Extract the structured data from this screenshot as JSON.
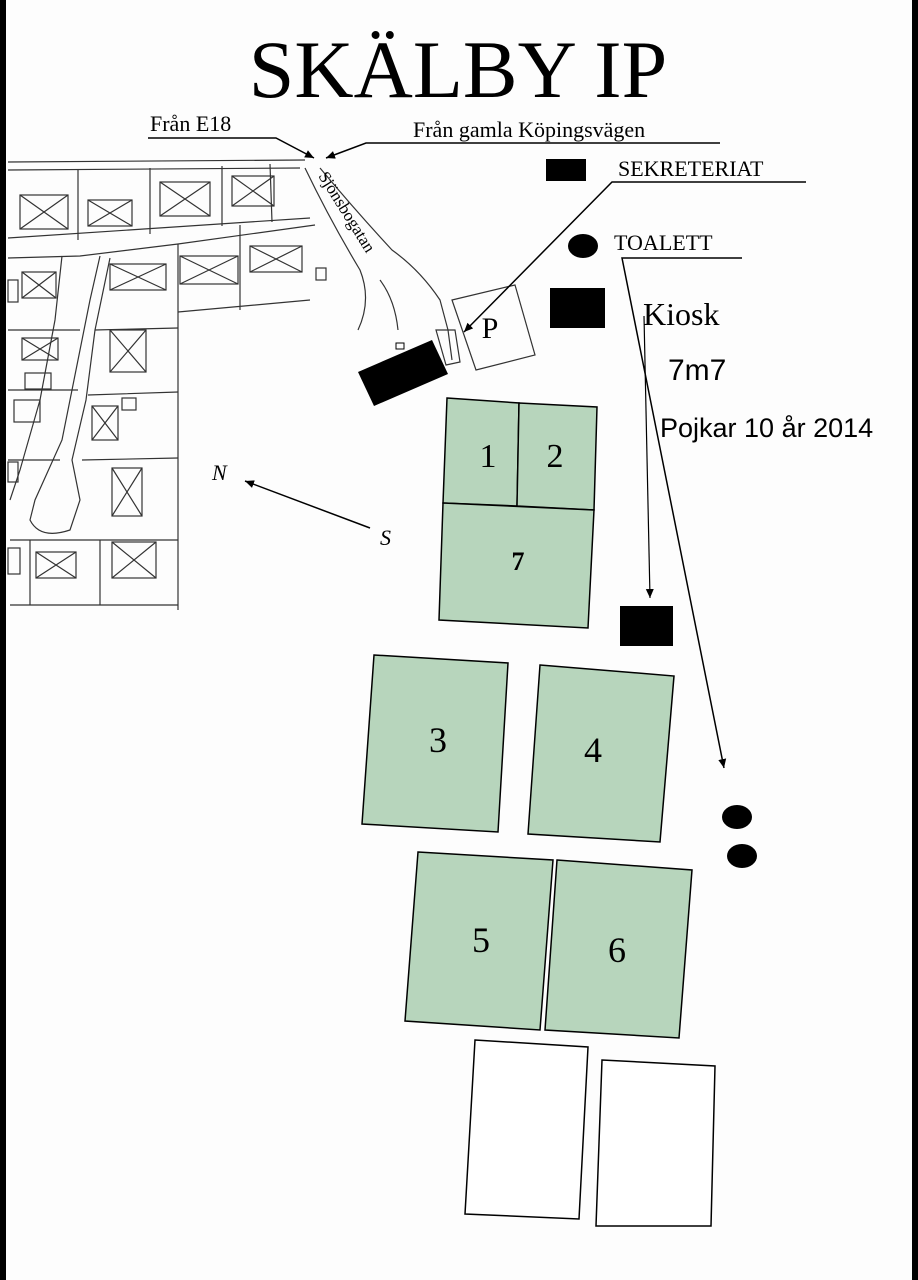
{
  "title": "SKÄLBY IP",
  "labels": {
    "from_e18": "Från E18",
    "from_old_road": "Från gamla Köpingsvägen",
    "street": "Sjönsbogatan",
    "parking": "P",
    "secretariat": "SEKRETERIAT",
    "toilet": "TOALETT",
    "kiosk": "Kiosk",
    "format": "7m7",
    "team": "Pojkar 10 år  2014",
    "north": "N",
    "south": "S"
  },
  "fields": [
    {
      "id": "1",
      "label": "1",
      "color": "#b7d5bc"
    },
    {
      "id": "2",
      "label": "2",
      "color": "#b7d5bc"
    },
    {
      "id": "7",
      "label": "7",
      "color": "#b7d5bc"
    },
    {
      "id": "3",
      "label": "3",
      "color": "#b7d5bc"
    },
    {
      "id": "4",
      "label": "4",
      "color": "#b7d5bc"
    },
    {
      "id": "5",
      "label": "5",
      "color": "#b7d5bc"
    },
    {
      "id": "6",
      "label": "6",
      "color": "#b7d5bc"
    }
  ],
  "colors": {
    "field_fill": "#b7d5bc",
    "ink": "#000000",
    "paper": "#fdfdfd"
  }
}
